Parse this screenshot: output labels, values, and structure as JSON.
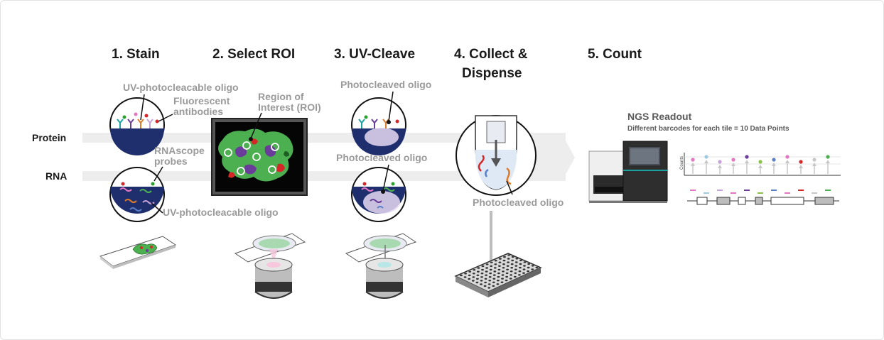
{
  "steps": {
    "stain": "1. Stain",
    "select_roi": "2. Select ROI",
    "uv_cleave": "3. UV-Cleave",
    "collect_line1": "4. Collect &",
    "collect_line2": "Dispense",
    "count": "5. Count"
  },
  "rows": {
    "protein": "Protein",
    "rna": "RNA"
  },
  "annotations": {
    "uv_oligo_top": "UV-photocleacable oligo",
    "fluor_line1": "Fluorescent",
    "fluor_line2": "antibodies",
    "rnascope_line1": "RNAscope",
    "rnascope_line2": "probes",
    "uv_oligo_bottom": "UV-photocleacable oligo",
    "roi_line1": "Region of",
    "roi_line2": "Interest (ROI)",
    "cleaved_top": "Photocleaved oligo",
    "cleaved_mid": "Photocleaved oligo",
    "cleaved_tube": "Photocleaved oligo"
  },
  "ngs": {
    "title": "NGS Readout",
    "subtitle": "Different barcodes for each tile = 10 Data Points",
    "axis_label": "Counts"
  },
  "colors": {
    "tissue_green": "#4caf50",
    "tissue_purple": "#6a3d9a",
    "tissue_red": "#d62728",
    "slide_blue": "#1f2f6e",
    "band_gray": "#ededed",
    "annotation_gray": "#9a9a9a"
  },
  "lollipop_colors": [
    "#e377c2",
    "#9ecae1",
    "#c7a2d8",
    "#e377c2",
    "#6a3d9a",
    "#8bc34a",
    "#5b7fc7",
    "#e377c2",
    "#d62728",
    "#c7c7c7",
    "#4caf50"
  ]
}
